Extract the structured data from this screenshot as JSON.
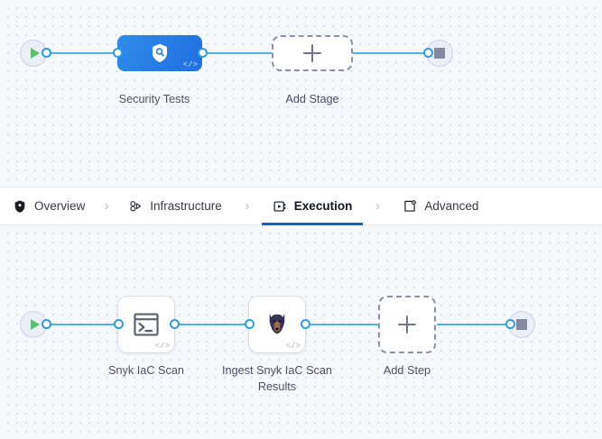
{
  "tabs": [
    {
      "label": "Overview",
      "icon": "shield-icon",
      "active": false
    },
    {
      "label": "Infrastructure",
      "icon": "infrastructure-icon",
      "active": false
    },
    {
      "label": "Execution",
      "icon": "execution-play-icon",
      "active": true
    },
    {
      "label": "Advanced",
      "icon": "advanced-gear-icon",
      "active": false
    }
  ],
  "separator": "›",
  "colors": {
    "canvas": "#f6f9fc",
    "edge": "#4fb0ec",
    "port_ring": "#2e9ce3",
    "stage_blue": "#1f6fe0",
    "active_tab_underline": "#0b66c3",
    "play_green": "#58c070",
    "stop_gray": "#8489a3",
    "dashed_border": "#8c90ad",
    "label_text": "#4c5163"
  },
  "stage_graph": {
    "start_node": {
      "name": "pipeline-start",
      "icon": "play-icon"
    },
    "end_node": {
      "name": "pipeline-end",
      "icon": "stop-icon"
    },
    "nodes": [
      {
        "label": "Security Tests",
        "icon": "shield-scan-icon",
        "badge": "</>",
        "type": "stage"
      },
      {
        "label": "Add Stage",
        "icon": "plus-icon",
        "type": "add"
      }
    ]
  },
  "step_graph": {
    "start_node": {
      "name": "execution-start",
      "icon": "play-icon"
    },
    "end_node": {
      "name": "execution-end",
      "icon": "stop-icon"
    },
    "nodes": [
      {
        "label": "Snyk IaC Scan",
        "icon": "terminal-icon",
        "badge": "</>",
        "type": "step"
      },
      {
        "label": "Ingest Snyk IaC Scan Results",
        "icon": "snyk-dog-icon",
        "badge": "</>",
        "type": "step"
      },
      {
        "label": "Add Step",
        "icon": "plus-icon",
        "type": "add"
      }
    ]
  }
}
